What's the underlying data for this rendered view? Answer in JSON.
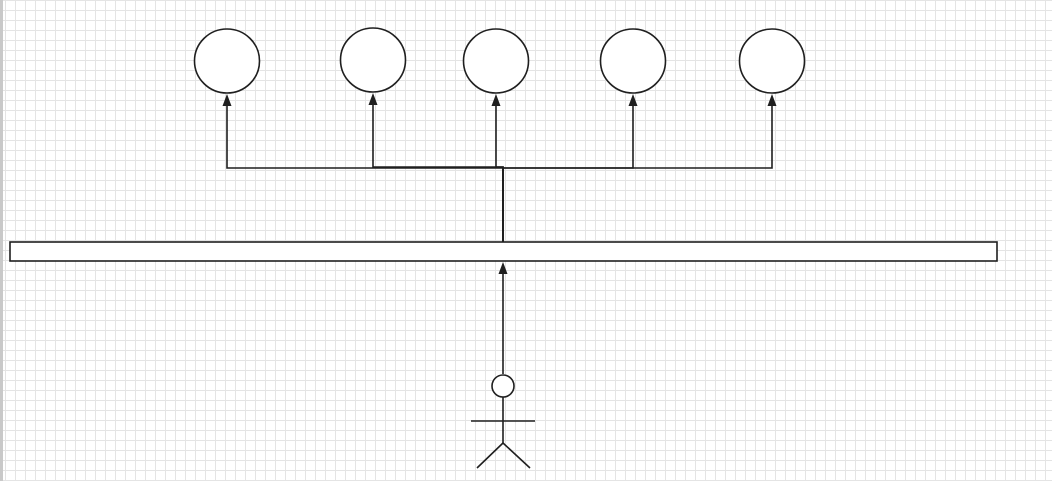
{
  "diagram": {
    "background": "#ffffff",
    "grid_color": "#e4e4e4",
    "stroke_color": "#1f1f1f",
    "nodes": [
      {
        "id": "circle-1",
        "shape": "circle"
      },
      {
        "id": "circle-2",
        "shape": "circle"
      },
      {
        "id": "circle-3",
        "shape": "circle"
      },
      {
        "id": "circle-4",
        "shape": "circle"
      },
      {
        "id": "circle-5",
        "shape": "circle"
      },
      {
        "id": "bar",
        "shape": "rectangle"
      },
      {
        "id": "actor",
        "shape": "stick-figure"
      }
    ],
    "edges": [
      {
        "from": "actor",
        "to": "bar",
        "arrow": "end"
      },
      {
        "from": "bar",
        "to": "circle-1",
        "arrow": "end"
      },
      {
        "from": "bar",
        "to": "circle-2",
        "arrow": "end"
      },
      {
        "from": "bar",
        "to": "circle-3",
        "arrow": "end"
      },
      {
        "from": "bar",
        "to": "circle-4",
        "arrow": "end"
      },
      {
        "from": "bar",
        "to": "circle-5",
        "arrow": "end"
      }
    ]
  }
}
